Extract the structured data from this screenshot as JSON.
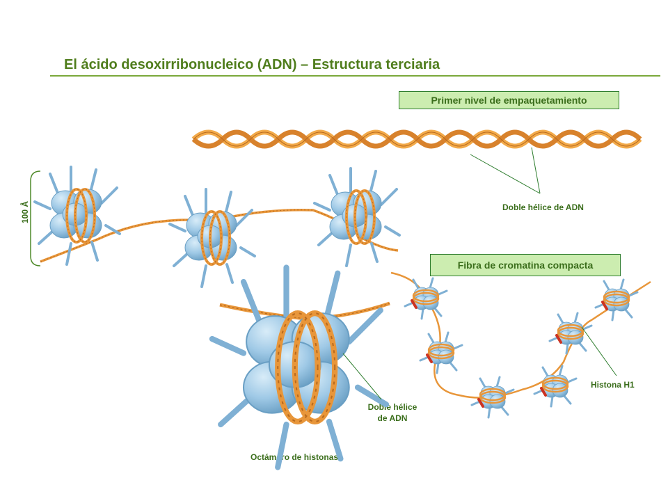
{
  "title": "El ácido desoxirribonucleico (ADN) – Estructura terciaria",
  "labels": {
    "primer_nivel": "Primer nivel de empaquetamiento",
    "doble_helice": "Doble hélice de ADN",
    "fibra": "Fibra de cromatina compacta",
    "histona_h1": "Histona H1",
    "octamero": "Octámero de histonas",
    "doble_helice_small_line1": "Doble hélice",
    "doble_helice_small_line2": "de ADN",
    "escala": "100 Å"
  },
  "colors": {
    "title_green": "#4f7d1c",
    "label_green": "#3b6e1c",
    "box_fill": "#ccedb0",
    "box_border": "#2e7d2e",
    "dna_orange": "#e8963a",
    "dna_dark": "#b86a1e",
    "histone_blue": "#9fc9e6",
    "histone_dark": "#6a9fc4",
    "h1_red": "#cc3322"
  },
  "icons": [
    "dna-double-helix-icon",
    "nucleosome-icon",
    "histone-octamer-icon",
    "chromatin-fiber-icon"
  ]
}
